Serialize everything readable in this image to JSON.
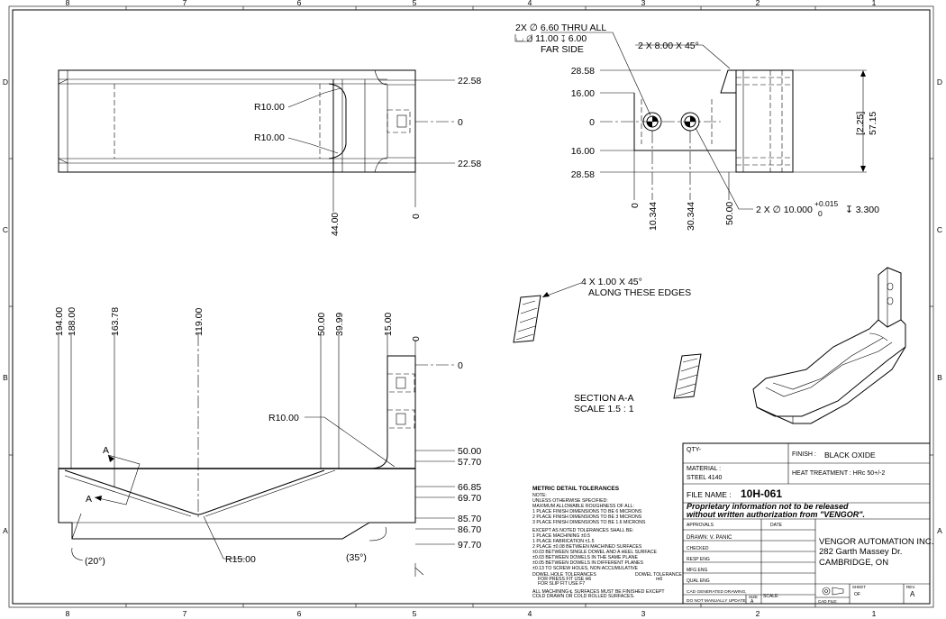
{
  "zones": {
    "columns": [
      "8",
      "7",
      "6",
      "5",
      "4",
      "3",
      "2",
      "1"
    ],
    "rows": [
      "D",
      "C",
      "B",
      "A"
    ]
  },
  "top_view": {
    "r_upper": "R10.00",
    "r_lower": "R10.00",
    "y_top": "22.58",
    "y_mid": "0",
    "y_bottom": "22.58",
    "x_44": "44.00",
    "x_0": "0"
  },
  "right_view": {
    "hole_note_1": "2X ∅ 6.60 THRU ALL",
    "hole_note_2": "⌴ ∅ 11.00 ↧ 6.00",
    "hole_note_3": "FAR SIDE",
    "chamfer_note": "2 X 8.00 X 45°",
    "y_28_top": "28.58",
    "y_16_top": "16.00",
    "y_0": "0",
    "y_16_bottom": "16.00",
    "y_28_bottom": "28.58",
    "x_0": "0",
    "x_10": "10.344",
    "x_30": "30.344",
    "x_50": "50.00",
    "dowel_note_main": "2 X ∅ 10.000",
    "dowel_tol_upper": "+0.015",
    "dowel_tol_lower": "0",
    "dowel_depth": "↧ 3.300",
    "height_ref": "[2.25]",
    "height": "57.15"
  },
  "edge_note": {
    "line1": "4 X 1.00 X 45°",
    "line2": "ALONG THESE EDGES"
  },
  "section": {
    "title": "SECTION A-A",
    "scale": "SCALE 1.5 : 1",
    "label_a": "A",
    "x_194": "194.00",
    "x_188": "188.00",
    "x_163": "163.78",
    "x_119": "119.00",
    "x_50": "50.00",
    "x_39": "39.99",
    "x_15": "15.00",
    "x_0": "0",
    "y_0": "0",
    "r10": "R10.00",
    "r15": "R15.00",
    "y_50": "50.00",
    "y_57": "57.70",
    "y_66": "66.85",
    "y_69": "69.70",
    "y_85": "85.70",
    "y_86": "86.70",
    "y_97": "97.70",
    "angle_20": "(20°)",
    "angle_35": "(35°)"
  },
  "tolerances": {
    "title": "METRIC DETAIL TOLERANCES",
    "lines": [
      "NOTE:",
      "UNLESS OTHERWISE SPECIFIED:",
      "MAXIMUM ALLOWABLE ROUGHNESS OF ALL:",
      "1 PLACE FINISH DIMENSIONS TO BE 6 MICRONS",
      "2 PLACE FINISH DIMENSIONS TO BE 3 MICRONS",
      "3 PLACE FINISH DIMENSIONS TO BE 1.6 MICRONS",
      "",
      "EXCEPT AS NOTED TOLERANCES SHALL BE:",
      "1 PLACE MACHINING ±0.5",
      "1 PLACE FABRICATION ±1.5",
      "2 PLACE      ±0.08 BETWEEN MACHINED SURFACES",
      "              ±0.03 BETWEEN SINGLE DOWEL AND A HEEL SURFACE",
      "              ±0.03 BETWEEN DOWELS IN THE SAME PLANE",
      "              ±0.05 BETWEEN DOWELS IN DIFFERENT PLANES",
      "              ±0.13 TO SCREW HOLES, NON ACCUMULATIVE"
    ],
    "dowel_hole_1": "DOWEL HOLE TOLERANCES",
    "dowel_hole_2": "FOR PRESS FIT USE H6",
    "dowel_hole_3": "FOR SLIP FIT USE F7",
    "dowel_tol_title": "DOWEL TOLERANCE",
    "dowel_tol_value": "m6",
    "machining_1": "ALL MACHINING ℄ SURFACES MUST BE FINISHED EXCEPT",
    "machining_2": "COLD DRAWN OR COLD ROLLED SURFACES."
  },
  "title_block": {
    "qty_label": "QTY-",
    "finish_label": "FINISH :",
    "finish_value": "BLACK OXIDE",
    "material_label": "MATERIAL :",
    "material_value": "STEEL 4140",
    "heat_label": "HEAT TREATMENT : HRc 50+/-2",
    "file_label": "FILE NAME :",
    "file_value": "10H-061",
    "proprietary_1": "Proprietary information not to be released",
    "proprietary_2": "without written authorization from \"VENGOR\".",
    "approvals": "APPROVALS",
    "date": "DATE",
    "drawn": "DRAWN: V. PANIC",
    "checked": "CHECKED",
    "resp_eng": "RESP ENG",
    "mfg_eng": "MFG ENG",
    "qual_eng": "QUAL ENG",
    "cad_gen_1": "CAD GENERATED DRAWING,",
    "cad_gen_2": "DO NOT MANUALLY UPDATE",
    "size_label": "SIZE",
    "size_value": "A",
    "scale_label": "SCALE:",
    "company_1": "VENGOR AUTOMATION INC.",
    "company_2": "282 Garth Massey Dr.",
    "company_3": "CAMBRIDGE, ON",
    "sheet_label": "SHEET",
    "sheet_of": "OF",
    "rev_label": "REV.",
    "rev_value": "A",
    "cad_file": "CAD FILE:"
  }
}
